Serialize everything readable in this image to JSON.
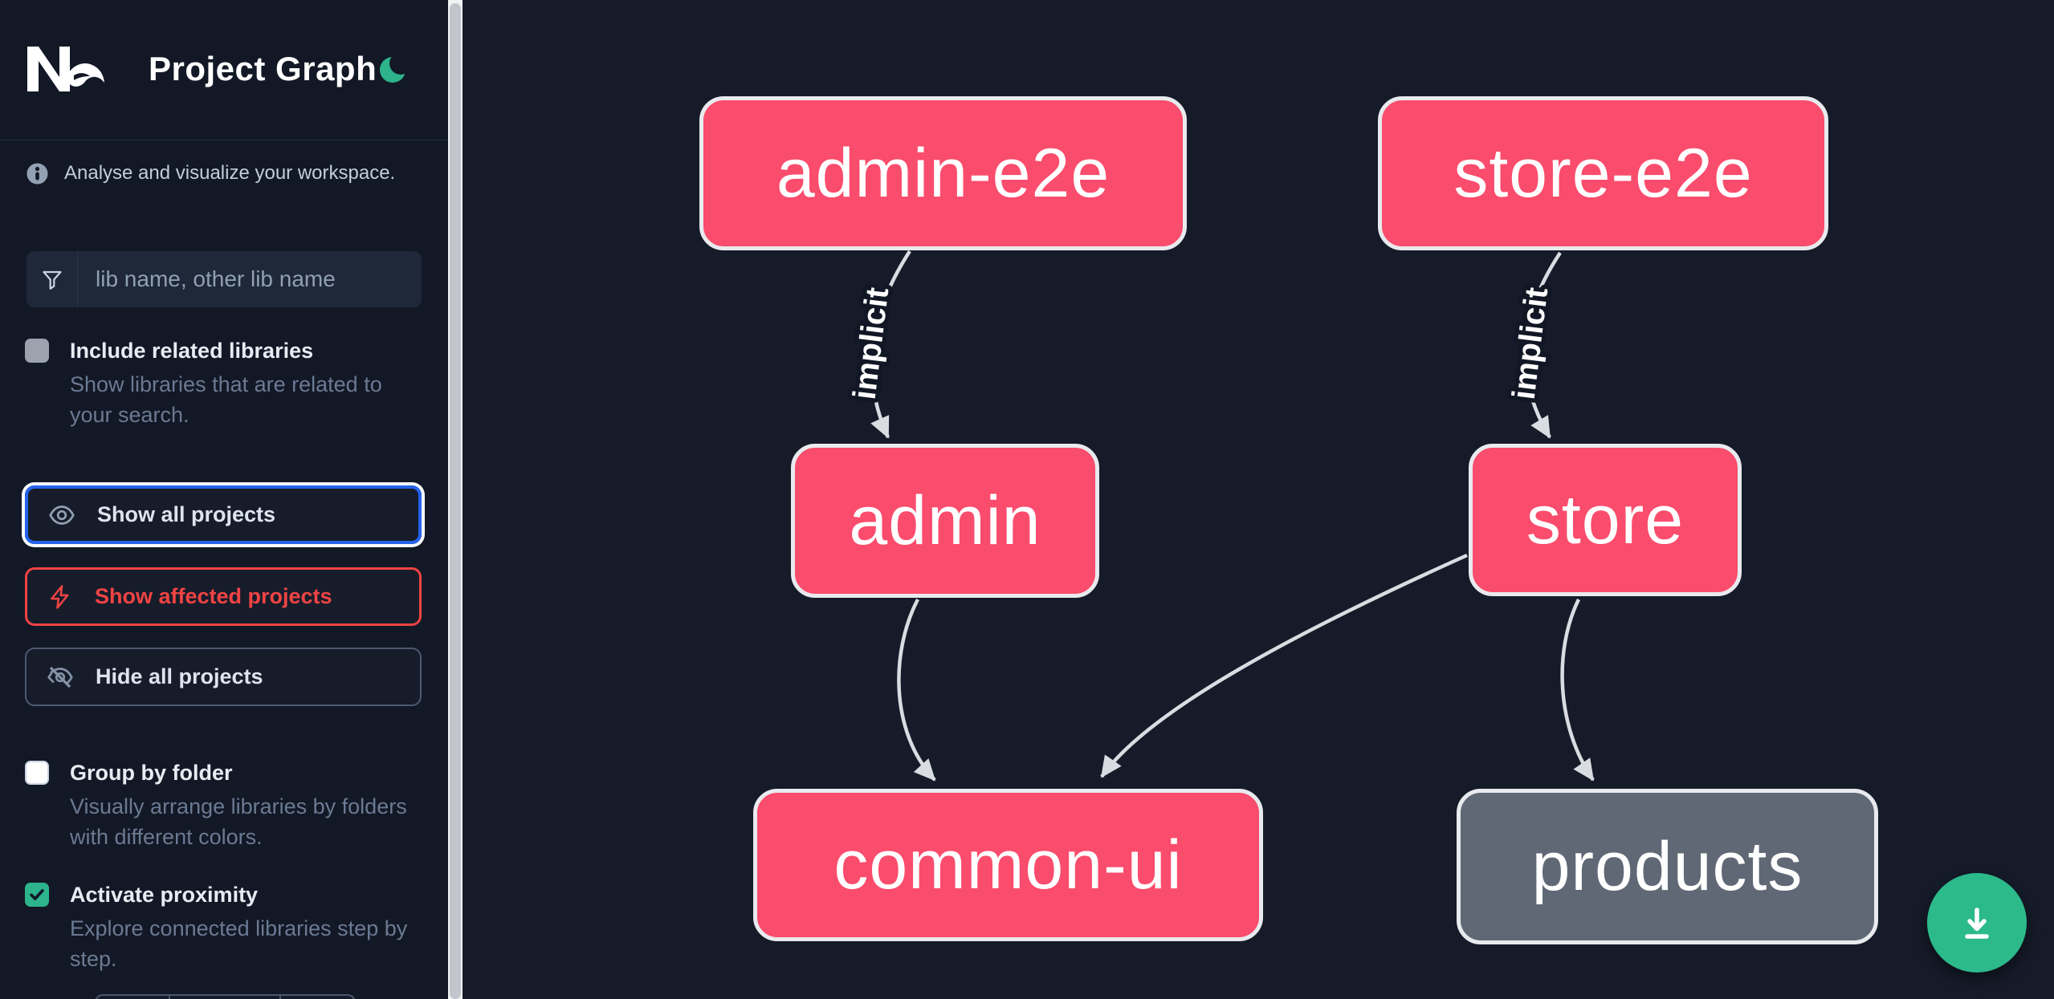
{
  "app": {
    "title": "Project Graph",
    "theme": "dark"
  },
  "sidebar": {
    "tagline": "Analyse and visualize your workspace.",
    "search": {
      "placeholder": "lib name, other lib name",
      "value": ""
    },
    "options": [
      {
        "label": "Include related libraries",
        "description": "Show libraries that are related to your search.",
        "checked": false
      },
      {
        "label": "Group by folder",
        "description": "Visually arrange libraries by folders with different colors.",
        "checked": false
      },
      {
        "label": "Activate proximity",
        "description": "Explore connected libraries step by step.",
        "checked": true
      }
    ],
    "buttons": [
      {
        "label": "Show all projects",
        "icon": "eye-icon",
        "state": "focused"
      },
      {
        "label": "Show affected projects",
        "icon": "bolt-icon",
        "state": "affected-red"
      },
      {
        "label": "Hide all projects",
        "icon": "eye-off-icon",
        "state": "default"
      }
    ]
  },
  "graph": {
    "nodes": [
      {
        "id": "admin-e2e",
        "label": "admin-e2e",
        "type": "affected"
      },
      {
        "id": "store-e2e",
        "label": "store-e2e",
        "type": "affected"
      },
      {
        "id": "admin",
        "label": "admin",
        "type": "affected"
      },
      {
        "id": "store",
        "label": "store",
        "type": "affected"
      },
      {
        "id": "common-ui",
        "label": "common-ui",
        "type": "affected"
      },
      {
        "id": "products",
        "label": "products",
        "type": "unaffected"
      }
    ],
    "edges": [
      {
        "source": "admin-e2e",
        "target": "admin",
        "label": "implicit"
      },
      {
        "source": "store-e2e",
        "target": "store",
        "label": "implicit"
      },
      {
        "source": "admin",
        "target": "common-ui",
        "label": ""
      },
      {
        "source": "store",
        "target": "common-ui",
        "label": ""
      },
      {
        "source": "store",
        "target": "products",
        "label": ""
      }
    ]
  },
  "fab": {
    "icon": "download-icon"
  },
  "colors": {
    "background": "#151b29",
    "sidebar_background": "#131826",
    "node_affected": "#fa4c6c",
    "node_unaffected": "#606876",
    "node_border": "#e8eaee",
    "edge": "#d9dce1",
    "accent_green": "#2db48c",
    "accent_blue": "#2563eb",
    "accent_red": "#ef4444"
  }
}
